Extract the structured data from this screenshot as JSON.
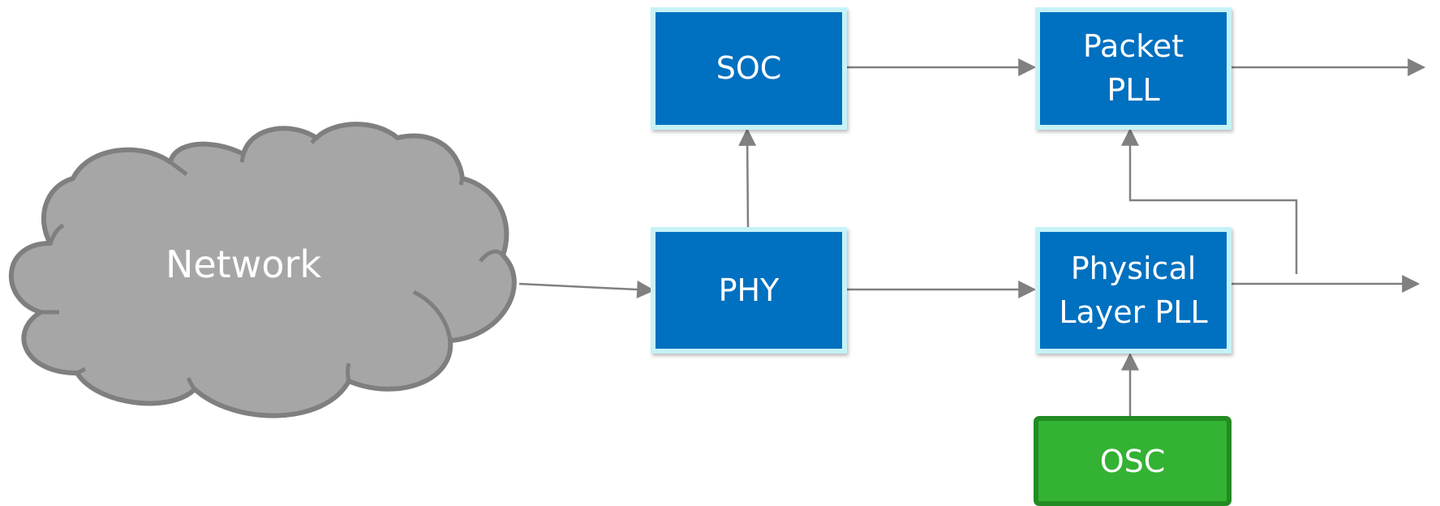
{
  "nodes": {
    "network": {
      "label": "Network"
    },
    "soc": {
      "label": "SOC"
    },
    "phy": {
      "label": "PHY"
    },
    "packet_pll": {
      "lines": [
        "Packet",
        "PLL"
      ]
    },
    "physical_layer_pll": {
      "lines": [
        "Physical",
        "Layer PLL"
      ]
    },
    "osc": {
      "label": "OSC"
    }
  },
  "colors": {
    "block_fill": "#0070C0",
    "block_border": "#C6F2F7",
    "osc_fill": "#33B233",
    "osc_border": "#228B22",
    "cloud_fill": "#A6A6A6",
    "cloud_stroke": "#7F7F7F",
    "connector": "#808080",
    "text": "#FFFFFF"
  }
}
